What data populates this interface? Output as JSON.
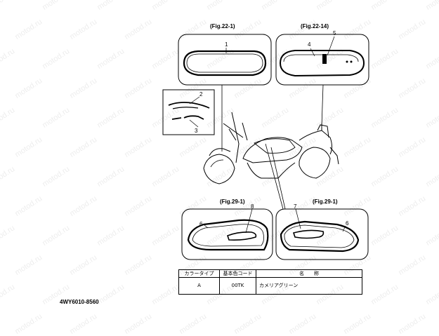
{
  "watermark": "motod.ru",
  "figures": {
    "top_left": {
      "ref": "(Fig.22-1)",
      "callouts": [
        "1"
      ]
    },
    "top_right": {
      "ref": "(Fig.22-14)",
      "callouts": [
        "4",
        "5"
      ]
    },
    "bottom_left": {
      "ref": "(Fig.29-1)",
      "callouts": [
        "6",
        "8"
      ]
    },
    "bottom_right": {
      "ref": "(Fig.29-1)",
      "callouts": [
        "7",
        "6"
      ]
    },
    "emblem_box": {
      "callouts": [
        "2",
        "3"
      ]
    }
  },
  "color_table": {
    "headers": [
      "カラータイプ",
      "基本色コード",
      "名　　称"
    ],
    "rows": [
      {
        "type": "A",
        "code": "00TK",
        "name": "カメリアグリーン"
      }
    ]
  },
  "part_number": "4WY6010-8560",
  "colors": {
    "line": "#000000",
    "background": "#ffffff"
  }
}
